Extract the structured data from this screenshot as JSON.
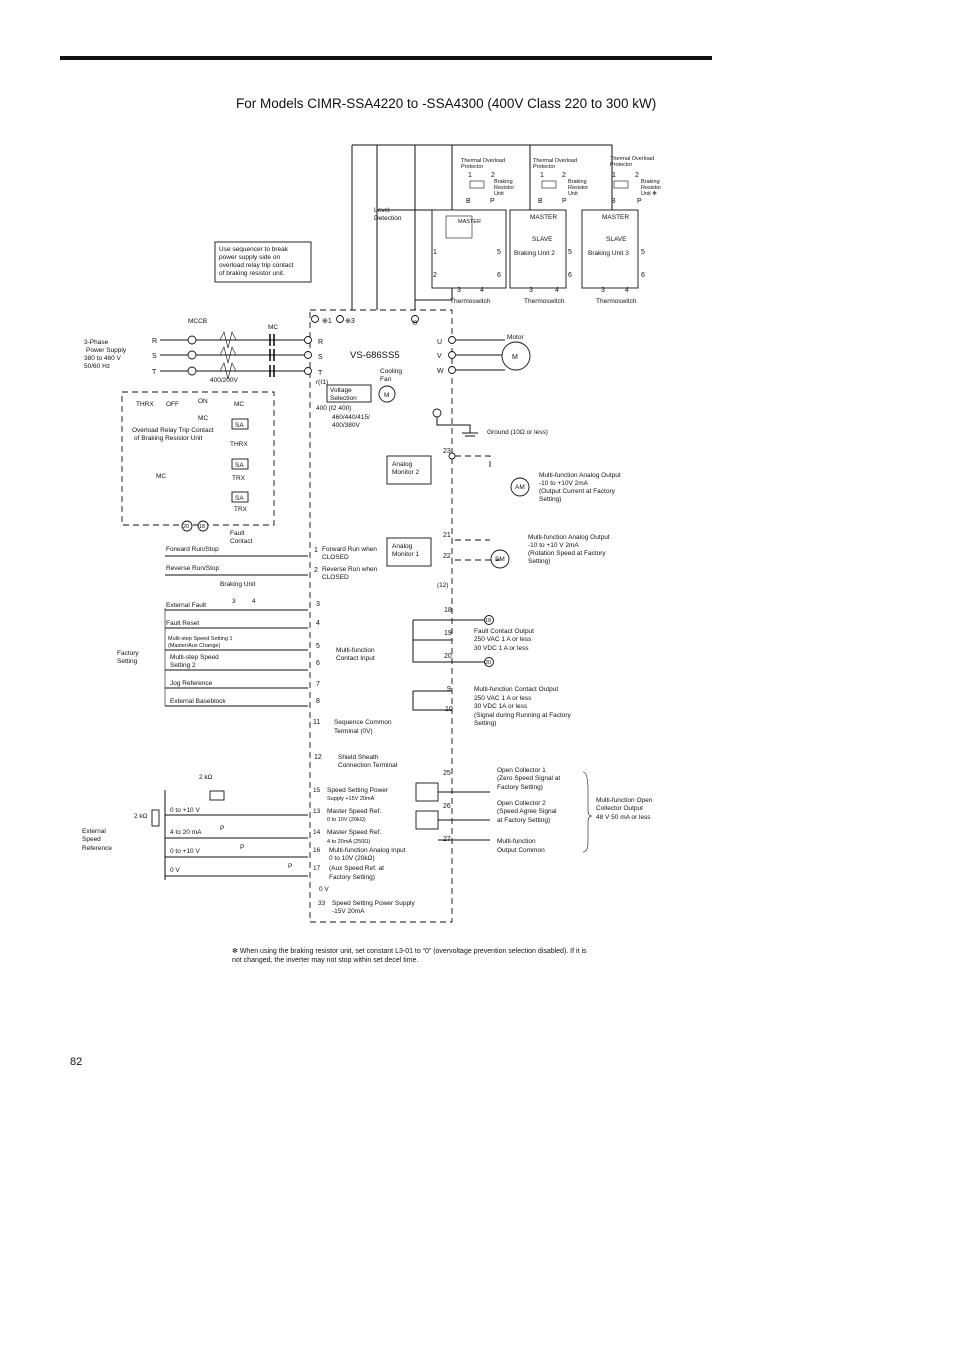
{
  "page": {
    "title": "For Models CIMR-SSA4220 to -SSA4300 (400V Class 220 to 300 kW)",
    "page_number": "82",
    "footnote": "When using the braking resistor unit, set constant L3-01 to “0” (overvoltage prevention selection disabled).  If it is not changed, the inverter may not stop within set decel time.",
    "footnote_mark": "✻"
  },
  "diagram": {
    "inverter_model": "VS-686SS5",
    "power": {
      "label_line1": "3-Phase",
      "label_line2": "Power Supply",
      "label_line3": "380 to 460 V",
      "label_line4": "50/60 Hz",
      "mccb": "MCCB",
      "mc": "MC",
      "phases": [
        "R",
        "S",
        "T"
      ],
      "terminals_in": [
        "R",
        "S",
        "T"
      ],
      "terminals_out": [
        "U",
        "V",
        "W"
      ],
      "plus1": "⊕1",
      "plus3": "⊕3",
      "minus": "⊖",
      "motor_label": "Motor",
      "motor_symbol": "M"
    },
    "sequence_note": [
      "Use sequencer to break",
      "power supply side on",
      "overload relay trip contact",
      "of braking resistor unit."
    ],
    "level_detection": [
      "Level",
      "Detection"
    ],
    "braking_units": [
      {
        "protector": [
          "Thermal Overload",
          "Protector"
        ],
        "resistor": [
          "Braking",
          "Resistor",
          "Unit"
        ],
        "role": "MASTER",
        "name": "",
        "thermo": "Thermoswitch"
      },
      {
        "protector": [
          "Thermal Overload",
          "Protector"
        ],
        "resistor": [
          "Braking",
          "Resistor",
          "Unit"
        ],
        "role": "MASTER",
        "sub": "SLAVE",
        "name": "Braking Unit 2",
        "thermo": "Thermoswitch"
      },
      {
        "protector": [
          "Thermal Overload",
          "Protector"
        ],
        "resistor": [
          "Braking",
          "Resistor",
          "Unit ✻"
        ],
        "role": "MASTER",
        "sub": "SLAVE",
        "name": "Braking Unit 3",
        "thermo": "Thermoswitch"
      }
    ],
    "control": {
      "transformer": "400/200V",
      "thrx": "THRX",
      "off": "OFF",
      "on": "ON",
      "mc": "MC",
      "sa": "SA",
      "trx": "TRX",
      "overload_note": [
        "Overload Relay Trip Contact",
        "of Braking Resistor Unit"
      ],
      "fault_contact": [
        "Fault",
        "Contact"
      ],
      "t20": "20",
      "t18": "18"
    },
    "voltage_selection": {
      "r": "r(ℓ1)",
      "label": [
        "Voltage",
        "Selection"
      ],
      "v400": "400 (ℓ2 400)",
      "options": [
        "460/440/415/",
        "400/380V"
      ],
      "fan": [
        "Cooling",
        "Fan"
      ],
      "fan_m": "M"
    },
    "ground": "Ground (10Ω or less)",
    "analog_monitor_2": {
      "box": [
        "Analog",
        "Monitor 2"
      ],
      "terminal": "23",
      "meter": "AM",
      "desc": [
        "Multi-function Analog Output",
        "-10 to +10V 2mA",
        "(Output Current at Factory",
        "Setting)"
      ]
    },
    "analog_monitor_1": {
      "box": [
        "Analog",
        "Monitor 1"
      ],
      "terminals": [
        "21",
        "22"
      ],
      "meter": "SM",
      "desc": [
        "Multi-function Analog Output",
        "-10 to +10 V  2mA",
        "(Rotation Speed at Factory",
        "Setting)"
      ]
    },
    "inputs": [
      {
        "label": "Forward Run/Stop",
        "terminal": "1",
        "desc": [
          "Forward Run when",
          "CLOSED"
        ]
      },
      {
        "label": "Reverse Run/Stop",
        "terminal": "2",
        "desc": [
          "Reverse Run when",
          "CLOSED"
        ]
      },
      {
        "label": "External Fault",
        "terminal": "3"
      },
      {
        "label": "Fault Reset",
        "terminal": "4"
      },
      {
        "label": "Multi-step Speed Setting 1",
        "label2": "(Master/Aux Change)",
        "terminal": "5"
      },
      {
        "label": "Multi-step Speed",
        "label2": "Setting 2",
        "terminal": "6"
      },
      {
        "label": "Jog Reference",
        "terminal": "7"
      },
      {
        "label": "External Baseblock",
        "terminal": "8"
      }
    ],
    "braking_unit_contact": "Braking Unit",
    "bu_pins": [
      "3",
      "4"
    ],
    "factory_setting": [
      "Factory",
      "Setting"
    ],
    "multi_contact_input": [
      "Multi-function",
      "Contact Input"
    ],
    "seq_common": {
      "terminal": "11",
      "desc": [
        "Sequence Common",
        "Terminal (0V)"
      ]
    },
    "shield": {
      "terminal": "12",
      "desc": [
        "Shield Sheath",
        "Connection Terminal"
      ]
    },
    "fault_output": {
      "terminals": [
        "18",
        "19",
        "20"
      ],
      "tag18": "18",
      "tag20": "20",
      "desc": [
        "Fault Contact Output",
        "250 VAC  1 A or less",
        "30 VDC  1 A or less"
      ]
    },
    "mf_contact_output": {
      "terminals": [
        "9",
        "10"
      ],
      "desc": [
        "Multi-function Contact Output",
        "250 VAC  1 A or less",
        "30 VDC   1A or less",
        "(Signal during Running at Factory",
        "Setting)"
      ]
    },
    "t12_label": "(12)",
    "speed_ref": {
      "label": [
        "External",
        "Speed",
        "Reference"
      ],
      "r2k_top": "2 kΩ",
      "r2k_left": "2 kΩ",
      "ranges": [
        "0 to +10 V",
        "4 to 20 mA",
        "0 to +10 V",
        "0 V"
      ],
      "p": "P",
      "terms": [
        {
          "n": "15",
          "desc": "Speed Setting Power",
          "desc2": "Supply +15V  20mA"
        },
        {
          "n": "13",
          "desc": "Master Speed Ref.",
          "desc2": "0 to 10V (20kΩ)"
        },
        {
          "n": "14",
          "desc": "Master Speed Ref.",
          "desc2": "4 to 20mA (250Ω)"
        },
        {
          "n": "16",
          "desc": "Multi-function Analog Input",
          "desc2": "0 to 10V (20kΩ)"
        },
        {
          "n": "17",
          "desc": "(Aux Speed Ref. at",
          "desc2": "Factory Setting)"
        },
        {
          "n": "33",
          "desc": "Speed Setting Power Supply",
          "desc2": "-15V  20mA"
        }
      ],
      "zero_v": "0 V"
    },
    "open_collector": [
      {
        "terminal": "25",
        "desc": [
          "Open Collector 1",
          "(Zero Speed Signal at",
          "Factory Setting)"
        ]
      },
      {
        "terminal": "26",
        "desc": [
          "Open Collector 2",
          "(Speed Agree Signal",
          "at Factory Setting)"
        ]
      },
      {
        "terminal": "27",
        "desc": [
          "Multi-function",
          "Output Common"
        ]
      }
    ],
    "oc_group": [
      "Multi-function Open",
      "Collector Output",
      "48 V  50 mA or less"
    ]
  }
}
